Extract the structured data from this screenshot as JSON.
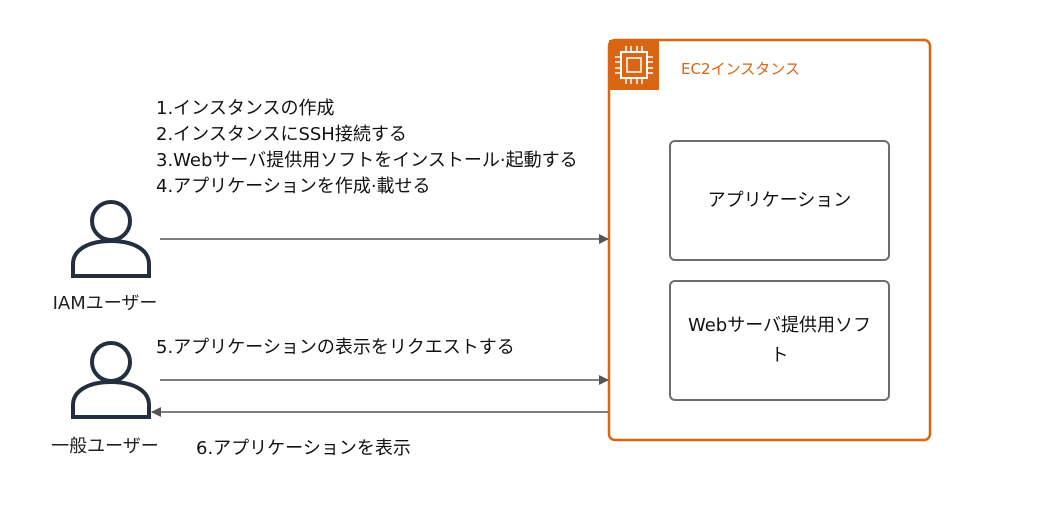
{
  "actors": {
    "iam_user": "IAMユーザー",
    "general_user": "一般ユーザー"
  },
  "ec2": {
    "title": "EC2インスタンス",
    "icon": "ec2-chip-icon",
    "application_box": "アプリケーション",
    "web_software_box": "Webサーバ提供用ソフト"
  },
  "iam_steps": [
    "1.インスタンスの作成",
    "2.インスタンスにSSH接続する",
    "3.Webサーバ提供用ソフトをインストール·起動する",
    "4.アプリケーションを作成·載せる"
  ],
  "request_label": "5.アプリケーションの表示をリクエストする",
  "display_label": "6.アプリケーションを表示",
  "colors": {
    "ec2_orange": "#d86613",
    "border_gray": "#6d6d6d",
    "arrow_gray": "#555555",
    "actor_icon": "#232f3e"
  }
}
